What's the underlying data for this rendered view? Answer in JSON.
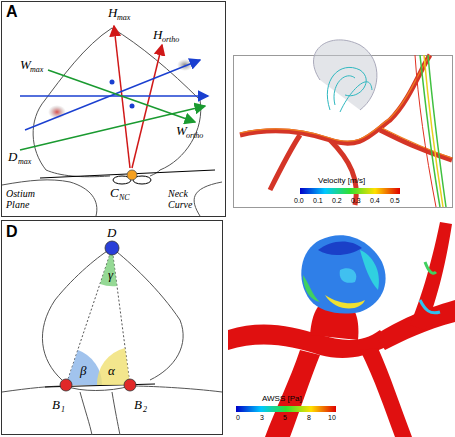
{
  "diagram": {
    "labels": [
      "A",
      "H",
      "max",
      "H",
      "ortho",
      "W",
      "max",
      "W",
      "ortho",
      "D",
      "max",
      "C",
      "NC",
      "Ostium Plane",
      "Neck Curve",
      "Velocity [m/s]",
      "0.0",
      "0.1",
      "0.2",
      "0.3",
      "0.4",
      "0.5",
      "D",
      "D",
      "γ",
      "β",
      "α",
      "B",
      "1",
      "B",
      "2",
      "AWSS [Pa]",
      "0",
      "3",
      "5",
      "8",
      "10"
    ]
  }
}
